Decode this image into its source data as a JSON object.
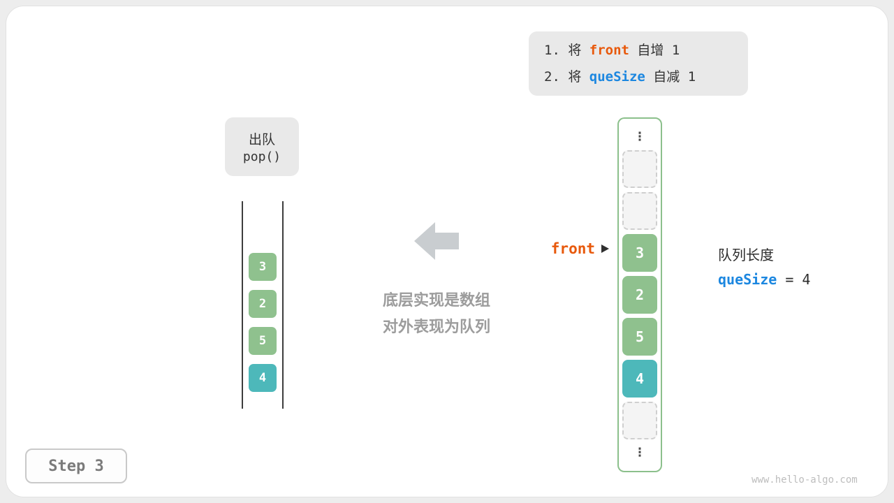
{
  "instructions": {
    "line1_prefix": "1. 将 ",
    "line1_code": "front",
    "line1_suffix": " 自增 1",
    "line2_prefix": "2. 将 ",
    "line2_code": "queSize",
    "line2_suffix": " 自减 1"
  },
  "operation": {
    "title": "出队",
    "code": "pop()"
  },
  "queue": {
    "values": [
      "3",
      "2",
      "5",
      "4"
    ]
  },
  "caption": {
    "line1": "底层实现是数组",
    "line2": "对外表现为队列"
  },
  "array": {
    "ellipsis": "⋮",
    "slots": [
      {
        "state": "empty",
        "value": ""
      },
      {
        "state": "empty",
        "value": ""
      },
      {
        "state": "filled",
        "value": "3",
        "color": "green"
      },
      {
        "state": "filled",
        "value": "2",
        "color": "green"
      },
      {
        "state": "filled",
        "value": "5",
        "color": "green"
      },
      {
        "state": "filled",
        "value": "4",
        "color": "teal"
      },
      {
        "state": "empty",
        "value": ""
      }
    ]
  },
  "front_pointer": {
    "label": "front"
  },
  "queue_length": {
    "title": "队列长度",
    "code": "queSize",
    "value": " = 4"
  },
  "step": {
    "label": "Step 3"
  },
  "watermark": "www.hello-algo.com",
  "colors": {
    "green": "#8fc18e",
    "teal": "#4db8ba",
    "orange": "#e8590c",
    "blue": "#1c87e0",
    "arrow_gray": "#c9cdd0"
  }
}
